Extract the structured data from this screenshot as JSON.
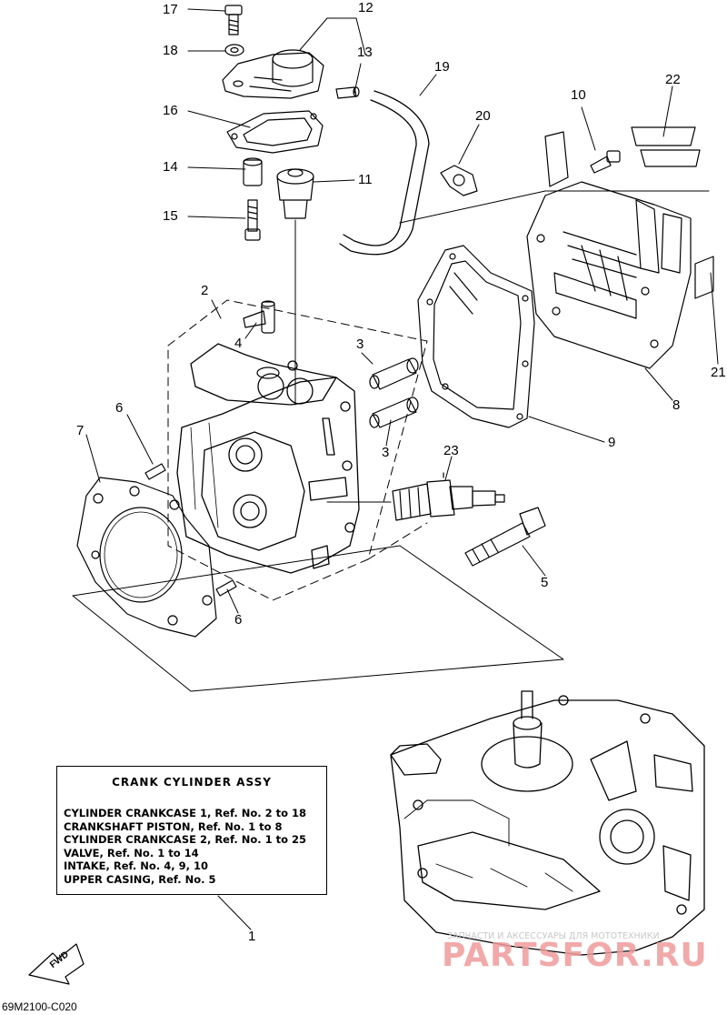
{
  "diagram": {
    "callouts": [
      "17",
      "12",
      "18",
      "13",
      "19",
      "20",
      "10",
      "22",
      "16",
      "14",
      "11",
      "15",
      "2",
      "4",
      "3",
      "21",
      "8",
      "6",
      "7",
      "3",
      "9",
      "23",
      "5",
      "6",
      "1"
    ],
    "fwd_label": "FWD",
    "diagram_code": "69M2100-C020"
  },
  "info_box": {
    "title": "CRANK CYLINDER ASSY",
    "lines": [
      "CYLINDER CRANKCASE 1, Ref. No. 2 to 18",
      "CRANKSHAFT PISTON,      Ref. No. 1 to 8",
      "CYLINDER CRANKCASE 2, Ref. No. 1 to 25",
      "VALVE, Ref. No. 1 to 14",
      "INTAKE, Ref. No. 4, 9, 10",
      "UPPER CASING, Ref. No. 5"
    ]
  },
  "watermark": {
    "top_text": "ЗАПЧАСТИ И АКСЕССУАРЫ ДЛЯ МОТОТЕХНИКИ",
    "main_text": "PARTSFOR.RU"
  }
}
